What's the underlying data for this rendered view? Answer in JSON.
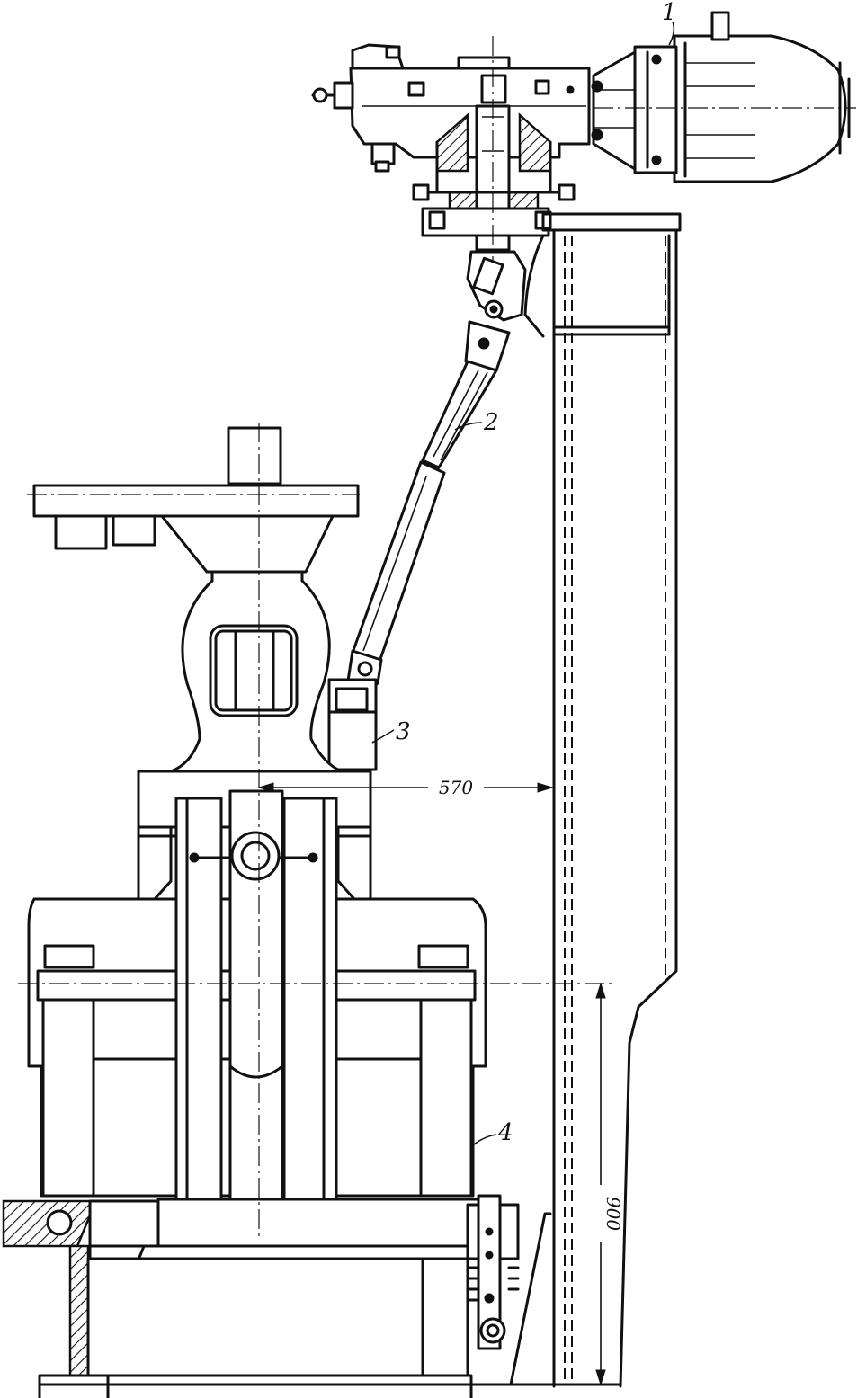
{
  "callouts": {
    "motor": "1",
    "shaft": "2",
    "bracket": "3",
    "frame": "4"
  },
  "dimensions": {
    "horizontal": "570",
    "vertical": "900"
  },
  "colors": {
    "ink": "#111111",
    "paper": "#ffffff"
  }
}
